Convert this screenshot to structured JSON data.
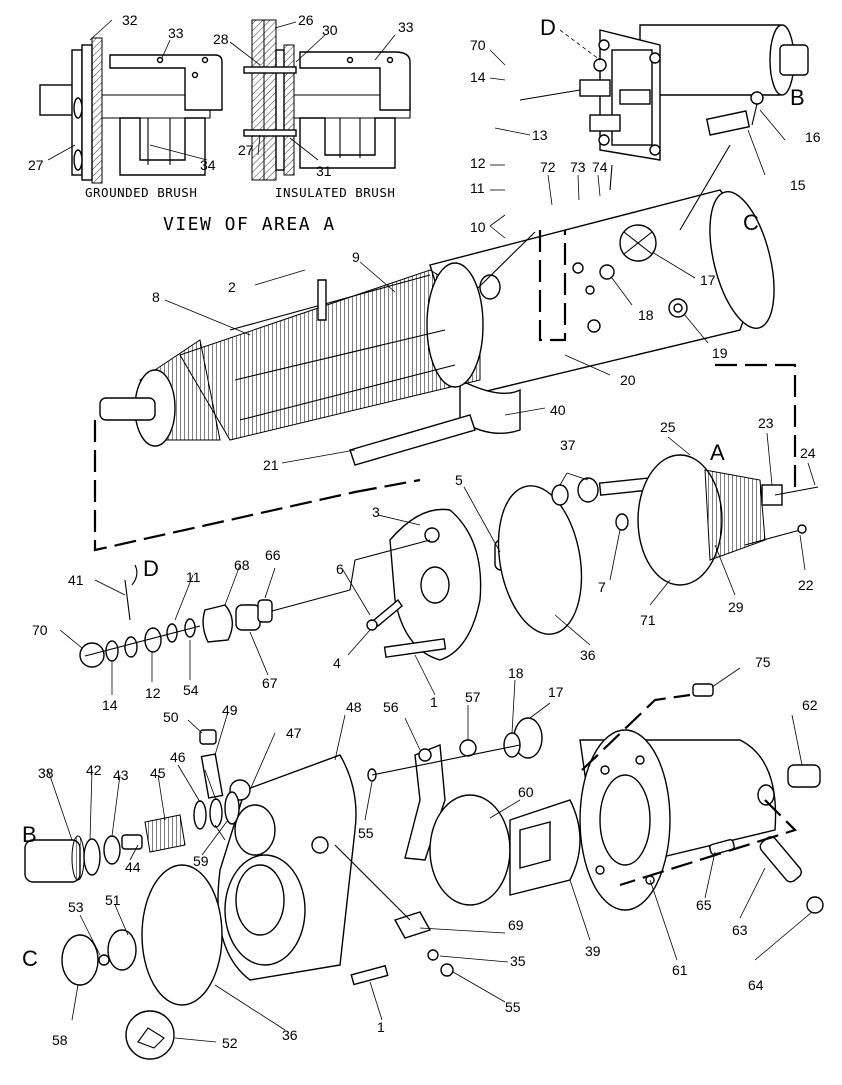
{
  "view": {
    "title": "VIEW OF AREA  A",
    "caption_grounded": "GROUNDED BRUSH",
    "caption_insulated": "INSULATED BRUSH"
  },
  "area_letters": {
    "a": "A",
    "b": "B",
    "c": "C",
    "d": "D"
  },
  "callouts": {
    "p1": "1",
    "p2": "2",
    "p3": "3",
    "p4": "4",
    "p5": "5",
    "p6": "6",
    "p7": "7",
    "p8": "8",
    "p9": "9",
    "p10": "10",
    "p11": "11",
    "p12": "12",
    "p13": "13",
    "p14": "14",
    "p15": "15",
    "p16": "16",
    "p17": "17",
    "p18": "18",
    "p19": "19",
    "p20": "20",
    "p21": "21",
    "p22": "22",
    "p23": "23",
    "p24": "24",
    "p25": "25",
    "p26": "26",
    "p27": "27",
    "p28": "28",
    "p29": "29",
    "p30": "30",
    "p31": "31",
    "p32": "32",
    "p33": "33",
    "p34": "34",
    "p35": "35",
    "p36": "36",
    "p37": "37",
    "p38": "38",
    "p39": "39",
    "p40": "40",
    "p41": "41",
    "p42": "42",
    "p43": "43",
    "p44": "44",
    "p45": "45",
    "p46": "46",
    "p47": "47",
    "p48": "48",
    "p49": "49",
    "p50": "50",
    "p51": "51",
    "p52": "52",
    "p53": "53",
    "p54": "54",
    "p55": "55",
    "p56": "56",
    "p57": "57",
    "p58": "58",
    "p59": "59",
    "p60": "60",
    "p61": "61",
    "p62": "62",
    "p63": "63",
    "p64": "64",
    "p65": "65",
    "p66": "66",
    "p67": "67",
    "p68": "68",
    "p69": "69",
    "p70": "70",
    "p71": "71",
    "p72": "72",
    "p73": "73",
    "p74": "74",
    "p75": "75"
  }
}
